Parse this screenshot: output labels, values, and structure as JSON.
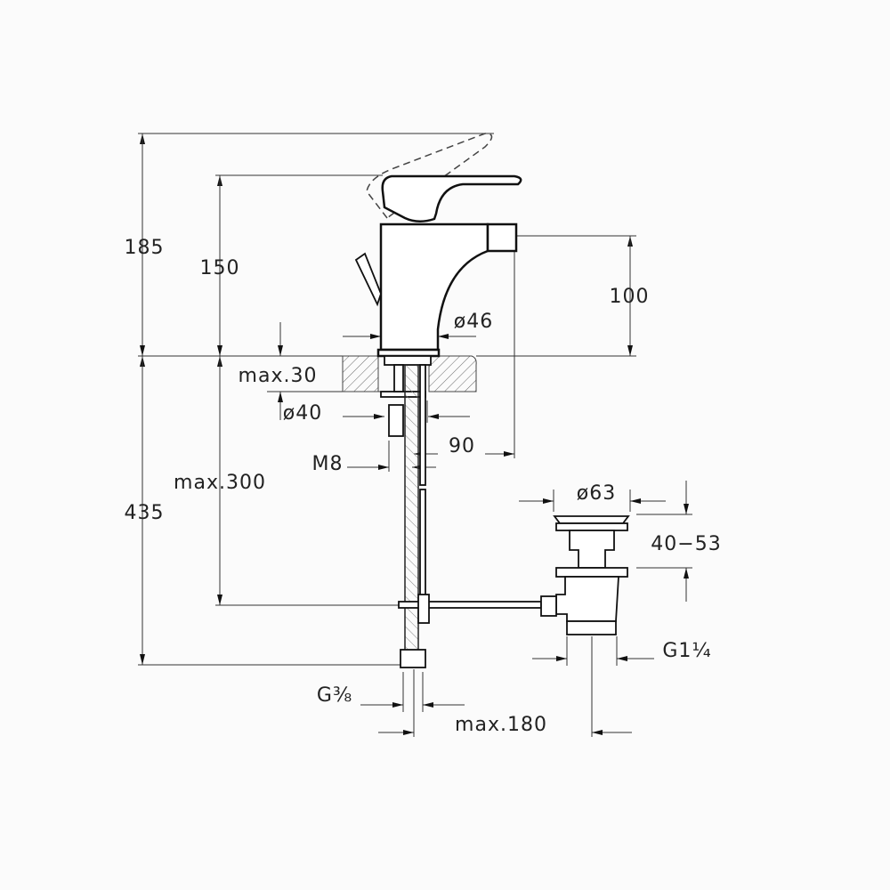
{
  "title": "Bidet mixer technical drawing",
  "dimensions": {
    "total_height": "185",
    "handle_height": "150",
    "spout_height": "100",
    "body_diameter": "ø46",
    "max_thickness": "max.30",
    "hole_diameter": "ø40",
    "projection": "90",
    "thread": "M8",
    "max_hose": "max.300",
    "below_counter": "435",
    "waste_diameter": "ø63",
    "waste_range": "40−53",
    "waste_thread": "G1¼",
    "hose_thread": "G⅜",
    "max_distance": "max.180"
  }
}
